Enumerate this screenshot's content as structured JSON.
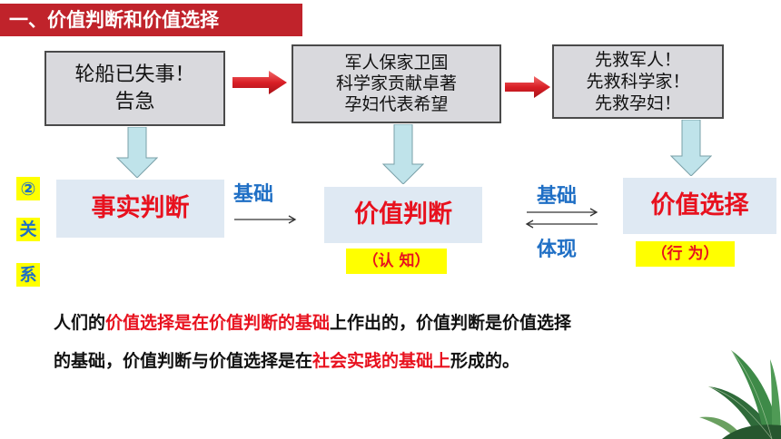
{
  "section_title": "一、价值判断和价值选择",
  "scenarios": {
    "box1": [
      "轮船已失事！",
      "告急"
    ],
    "box2": [
      "军人保家卫国",
      "科学家贡献卓著",
      "孕妇代表希望"
    ],
    "box3": [
      "先救军人！",
      "先救科学家！",
      "先救孕妇！"
    ]
  },
  "side_label": {
    "number": "②",
    "chars": [
      "关",
      "系"
    ]
  },
  "concepts": {
    "fact_judgment": "事实判断",
    "value_judgment": "价值判断",
    "value_choice": "价值选择"
  },
  "sub_labels": {
    "cognition": "（认 知）",
    "behavior": "（行 为）"
  },
  "relations": {
    "basis_left": "基础",
    "basis_right": "基础",
    "embody": "体现"
  },
  "paragraph": {
    "line1": [
      {
        "text": "人们的",
        "highlight": false
      },
      {
        "text": "价值选择是在价值判断的基础",
        "highlight": true
      },
      {
        "text": "上作出的，价值判断是价值选择",
        "highlight": false
      }
    ],
    "line2": [
      {
        "text": "的基础，价值判断与价值选择是在",
        "highlight": false
      },
      {
        "text": "社会实践的基础上",
        "highlight": true
      },
      {
        "text": "形成的。",
        "highlight": false
      }
    ]
  },
  "colors": {
    "title_bg": "#c0232b",
    "concept_text": "#e8111e",
    "relation_text": "#1f6fc5",
    "concept_bg": "#dfe9f3",
    "highlight_bg": "#ffff00",
    "scenario_bg": "#d9d9dd"
  }
}
